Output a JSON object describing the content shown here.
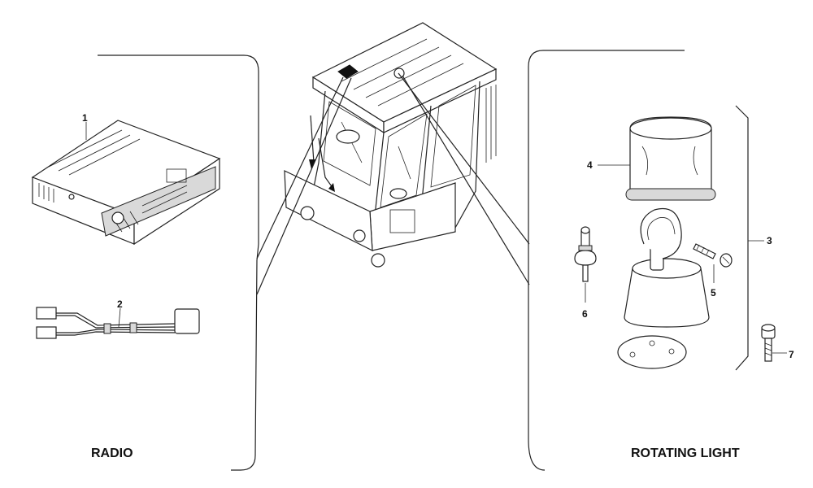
{
  "sections": {
    "radio_caption": "RADIO",
    "rotating_light_caption": "ROTATING LIGHT"
  },
  "callouts": {
    "c1": "1",
    "c2": "2",
    "c3": "3",
    "c4": "4",
    "c5": "5",
    "c6": "6",
    "c7": "7"
  }
}
